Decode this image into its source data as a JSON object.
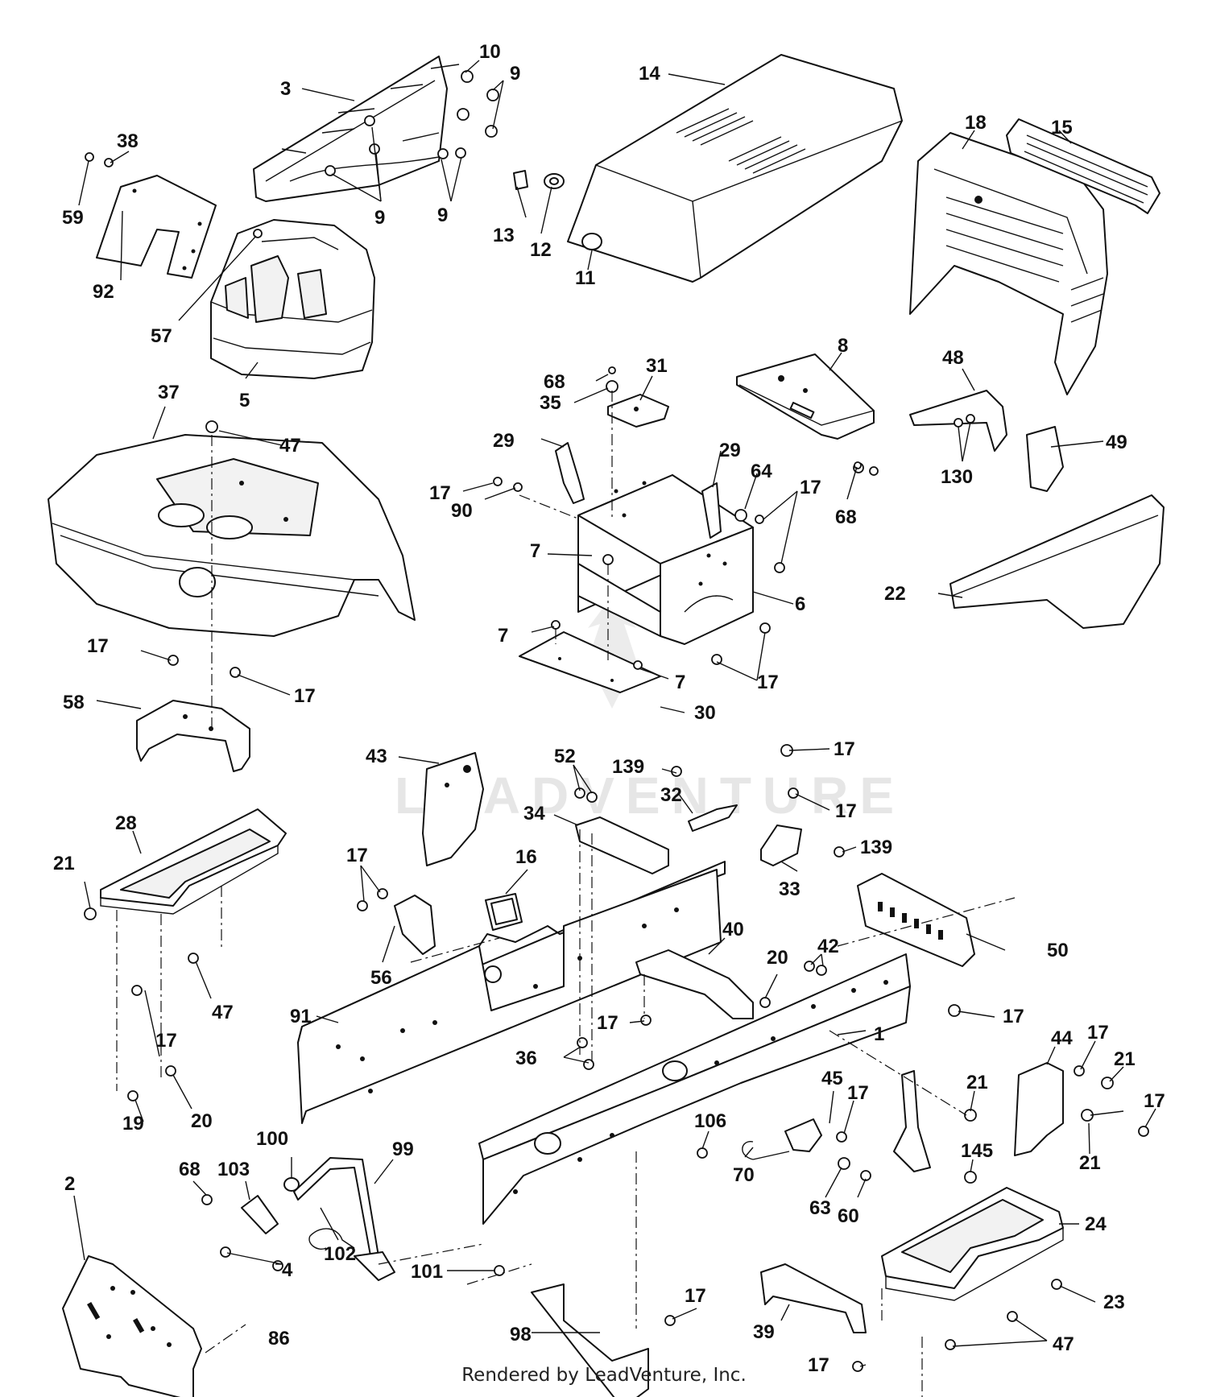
{
  "footer": {
    "text": "Rendered by LeadVenture, Inc."
  },
  "watermark": {
    "text": "LEADVENTURE"
  },
  "callouts": {
    "c3": "3",
    "c10": "10",
    "c9a": "9",
    "c9b": "9",
    "c9c": "9",
    "c14": "14",
    "c18": "18",
    "c15": "15",
    "c38": "38",
    "c59": "59",
    "c92": "92",
    "c57": "57",
    "c5": "5",
    "c13": "13",
    "c12": "12",
    "c11": "11",
    "c37": "37",
    "c47a": "47",
    "c68a": "68",
    "c31": "31",
    "c35": "35",
    "c8": "8",
    "c48": "48",
    "c29a": "29",
    "c29b": "29",
    "c17a": "17",
    "c90": "90",
    "c64": "64",
    "c17b": "17",
    "c68b": "68",
    "c130": "130",
    "c49": "49",
    "c7a": "7",
    "c6": "6",
    "c22": "22",
    "c7b": "7",
    "c7c": "7",
    "c17c": "17",
    "c30": "30",
    "c17d": "17",
    "c17e": "17",
    "c58": "58",
    "c43": "43",
    "c52": "52",
    "c139a": "139",
    "c17f": "17",
    "c32": "32",
    "c34": "34",
    "c17g": "17",
    "c139b": "139",
    "c33": "33",
    "c28": "28",
    "c21a": "21",
    "c16": "16",
    "c17h": "17",
    "c56": "56",
    "c47b": "47",
    "c40": "40",
    "c20a": "20",
    "c42": "42",
    "c50": "50",
    "c17i": "17",
    "c91": "91",
    "c17j": "17",
    "c17k": "17",
    "c1": "1",
    "c44": "44",
    "c17l": "17",
    "c21b": "21",
    "c36": "36",
    "c21c": "21",
    "c17m": "17",
    "c19": "19",
    "c20b": "20",
    "c45": "45",
    "c17n": "17",
    "c21d": "21",
    "c100": "100",
    "c106": "106",
    "c99": "99",
    "c103": "103",
    "c68c": "68",
    "c2": "2",
    "c70": "70",
    "c63": "63",
    "c60": "60",
    "c145": "145",
    "c102": "102",
    "c4": "4",
    "c24": "24",
    "c101": "101",
    "c17o": "17",
    "c23": "23",
    "c98": "98",
    "c39": "39",
    "c17p": "17",
    "c47c": "47",
    "c86": "86"
  }
}
